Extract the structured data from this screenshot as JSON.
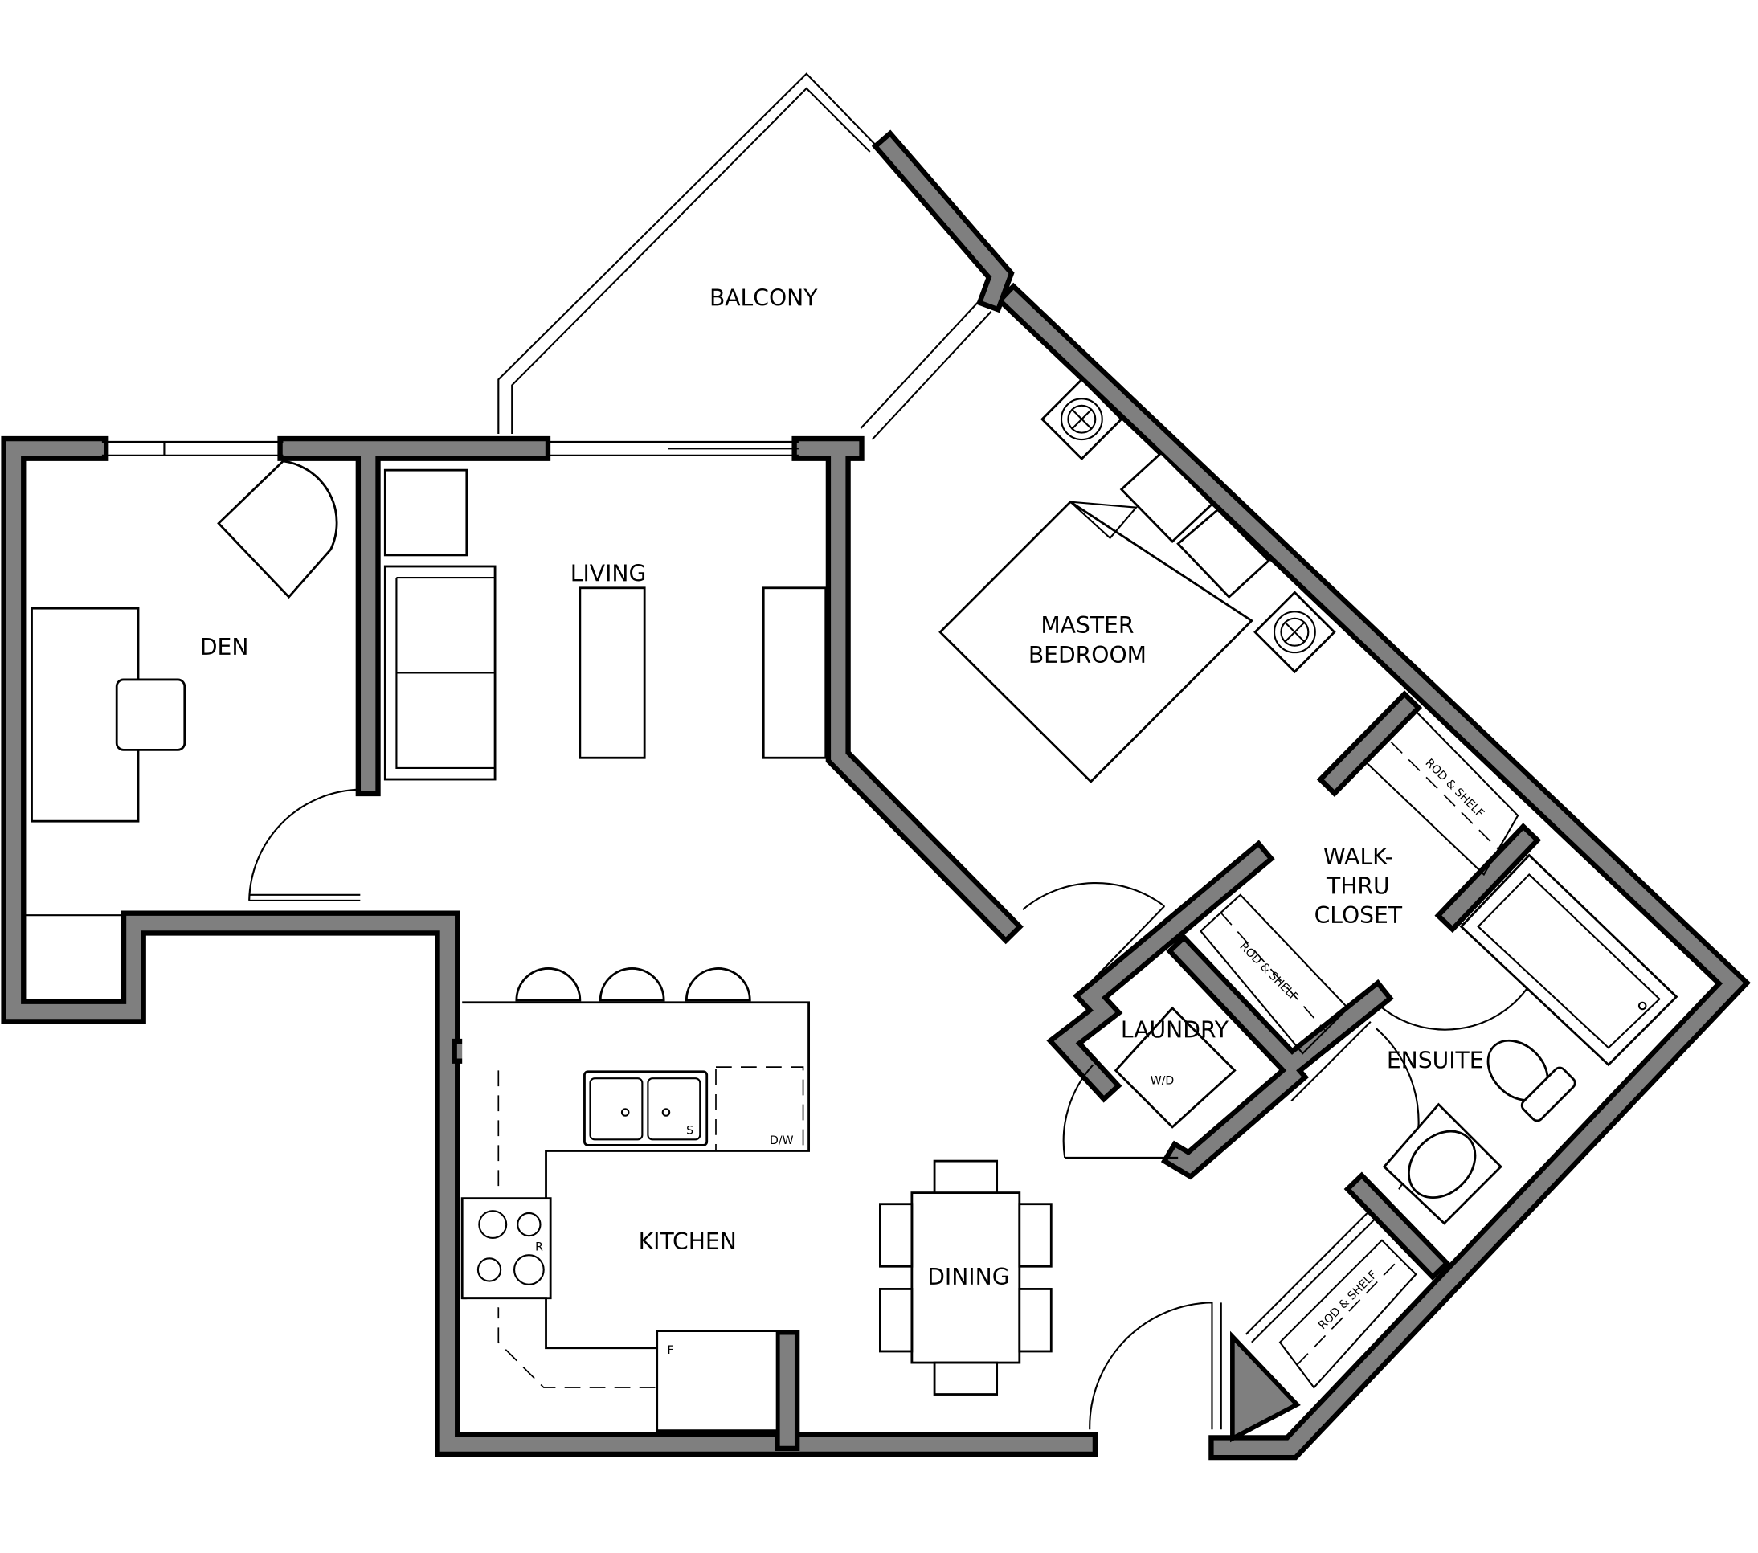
{
  "rooms": {
    "balcony": "BALCONY",
    "living": "LIVING",
    "den": "DEN",
    "master_line1": "MASTER",
    "master_line2": "BEDROOM",
    "closet_line1": "WALK-",
    "closet_line2": "THRU",
    "closet_line3": "CLOSET",
    "laundry": "LAUNDRY",
    "ensuite": "ENSUITE",
    "kitchen": "KITCHEN",
    "dining": "DINING"
  },
  "fixtures": {
    "rod_shelf": "ROD & SHELF",
    "washer_dryer": "W/D",
    "dishwasher": "D/W",
    "sink": "S",
    "range": "R",
    "fridge": "F"
  },
  "colors": {
    "wall": "#7f7f7f",
    "outline": "#000000"
  }
}
